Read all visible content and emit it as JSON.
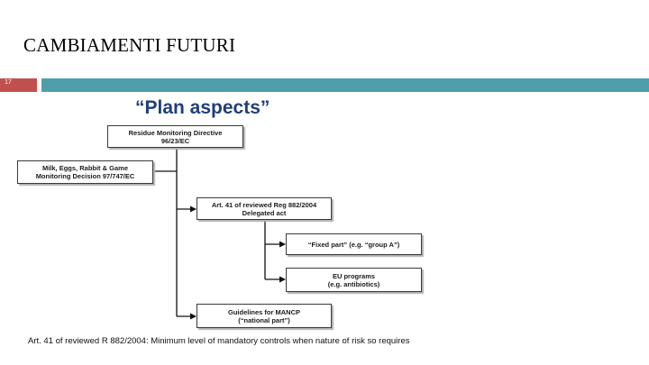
{
  "slide": {
    "title": "CAMBIAMENTI FUTURI",
    "number": "17",
    "accent_left": "#c0504d",
    "accent_right": "#4e9fab"
  },
  "diagram": {
    "title": "“Plan aspects”",
    "nodes": {
      "residue_directive": "Residue Monitoring Directive\n96/23/EC",
      "milk_eggs_decision": "Milk, Eggs, Rabbit & Game\nMonitoring Decision 97/747/EC",
      "art41": "Art. 41 of reviewed Reg 882/2004\nDelegated act",
      "fixed_part": "“Fixed part” (e.g. “group A”)",
      "eu_programs": "EU programs\n(e.g. antibiotics)",
      "guidelines": "Guidelines for MANCP\n(“national part”)"
    },
    "note": "Art. 41 of reviewed R 882/2004: Minimum level of mandatory controls when nature of risk so requires"
  }
}
